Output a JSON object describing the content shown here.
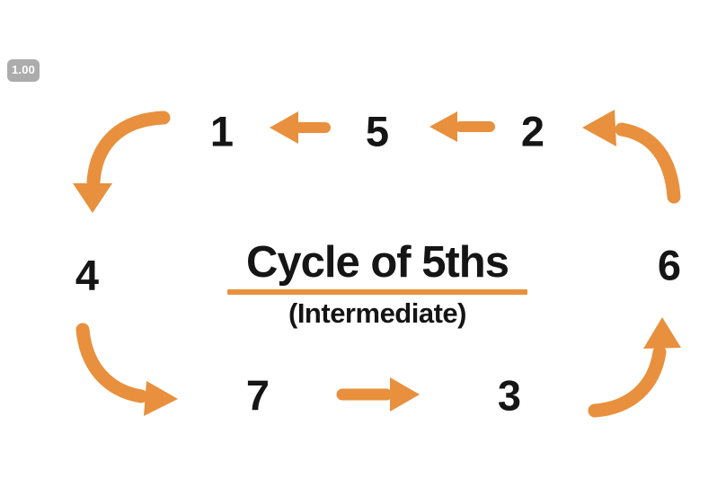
{
  "zoom_badge": {
    "value": "1.00"
  },
  "title": {
    "main": "Cycle of 5ths",
    "subtitle": "(Intermediate)"
  },
  "nodes": [
    {
      "id": "node-1",
      "label": "1"
    },
    {
      "id": "node-5",
      "label": "5"
    },
    {
      "id": "node-2",
      "label": "2"
    },
    {
      "id": "node-4",
      "label": "4"
    },
    {
      "id": "node-6",
      "label": "6"
    },
    {
      "id": "node-7",
      "label": "7"
    },
    {
      "id": "node-3",
      "label": "3"
    }
  ],
  "arrows": [
    {
      "name": "arrow-5-to-1",
      "from": "5",
      "to": "1",
      "shape": "straight-left"
    },
    {
      "name": "arrow-2-to-5",
      "from": "2",
      "to": "5",
      "shape": "straight-left"
    },
    {
      "name": "arrow-6-to-2",
      "from": "6",
      "to": "2",
      "shape": "curve-up-left"
    },
    {
      "name": "arrow-1-to-4",
      "from": "1",
      "to": "4",
      "shape": "curve-down-left"
    },
    {
      "name": "arrow-4-to-7",
      "from": "4",
      "to": "7",
      "shape": "curve-down-right"
    },
    {
      "name": "arrow-7-to-3",
      "from": "7",
      "to": "3",
      "shape": "straight-right"
    },
    {
      "name": "arrow-3-to-6",
      "from": "3",
      "to": "6",
      "shape": "curve-up-right"
    }
  ],
  "colors": {
    "accent_orange": "#e8903d",
    "text_black": "#151515",
    "badge_gray": "#acacac",
    "background": "#ffffff"
  }
}
